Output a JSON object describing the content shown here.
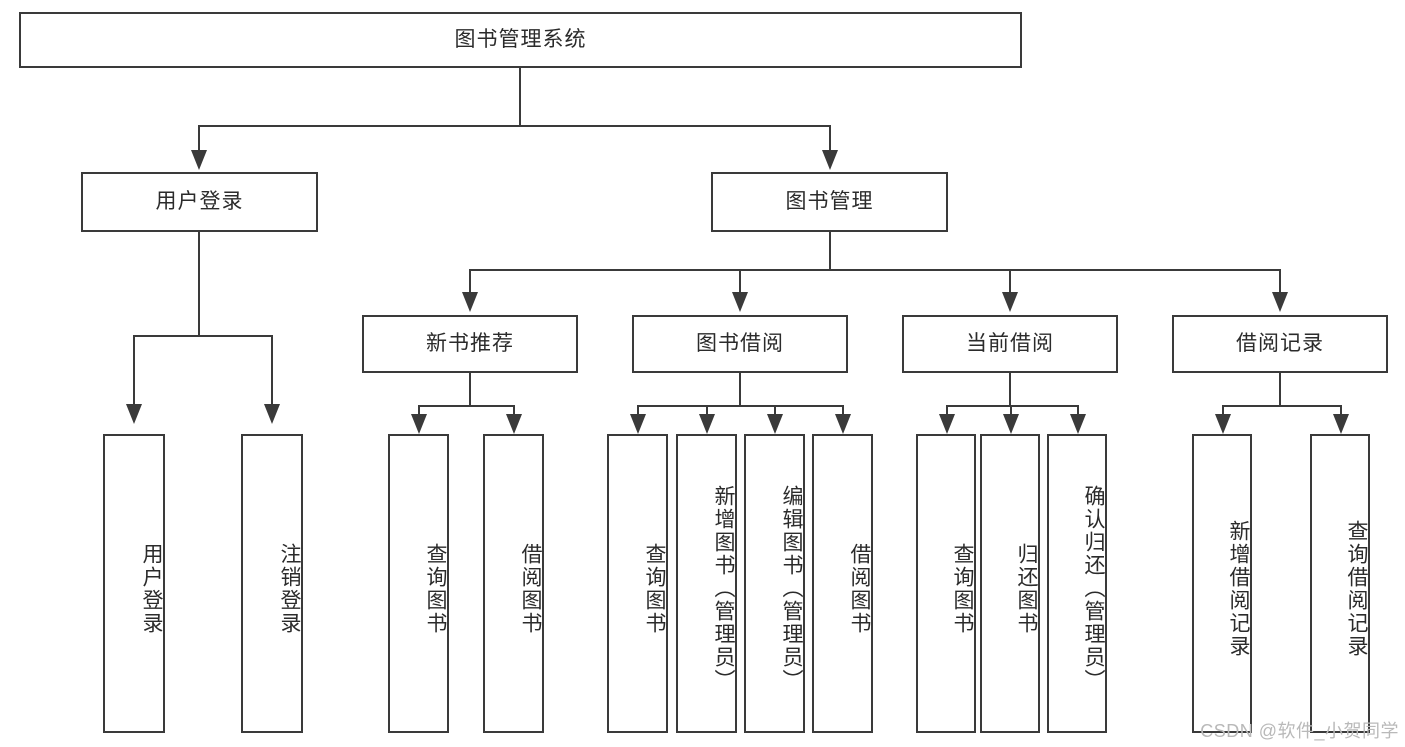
{
  "diagram": {
    "title": "图书管理系统",
    "type": "tree-hierarchy",
    "root": {
      "label": "图书管理系统"
    },
    "level1": [
      {
        "label": "用户登录"
      },
      {
        "label": "图书管理"
      }
    ],
    "level2": [
      {
        "label": "新书推荐"
      },
      {
        "label": "图书借阅"
      },
      {
        "label": "当前借阅"
      },
      {
        "label": "借阅记录"
      }
    ],
    "leaves": {
      "user_login": [
        {
          "label": "用户登录"
        },
        {
          "label": "注销登录"
        }
      ],
      "new_book_recommend": [
        {
          "label": "查询图书"
        },
        {
          "label": "借阅图书"
        }
      ],
      "book_borrow": [
        {
          "label": "查询图书"
        },
        {
          "label": "新增图书（管理员）"
        },
        {
          "label": "编辑图书（管理员）"
        },
        {
          "label": "借阅图书"
        }
      ],
      "current_borrow": [
        {
          "label": "查询图书"
        },
        {
          "label": "归还图书"
        },
        {
          "label": "确认归还（管理员）"
        }
      ],
      "borrow_record": [
        {
          "label": "新增借阅记录"
        },
        {
          "label": "查询借阅记录"
        }
      ]
    }
  },
  "watermark": {
    "text": "CSDN @软件_小贺同学"
  },
  "colors": {
    "box_border": "#3a3a3a",
    "text": "#2b2b2b",
    "background": "#ffffff",
    "watermark": "#b9b9b9"
  }
}
